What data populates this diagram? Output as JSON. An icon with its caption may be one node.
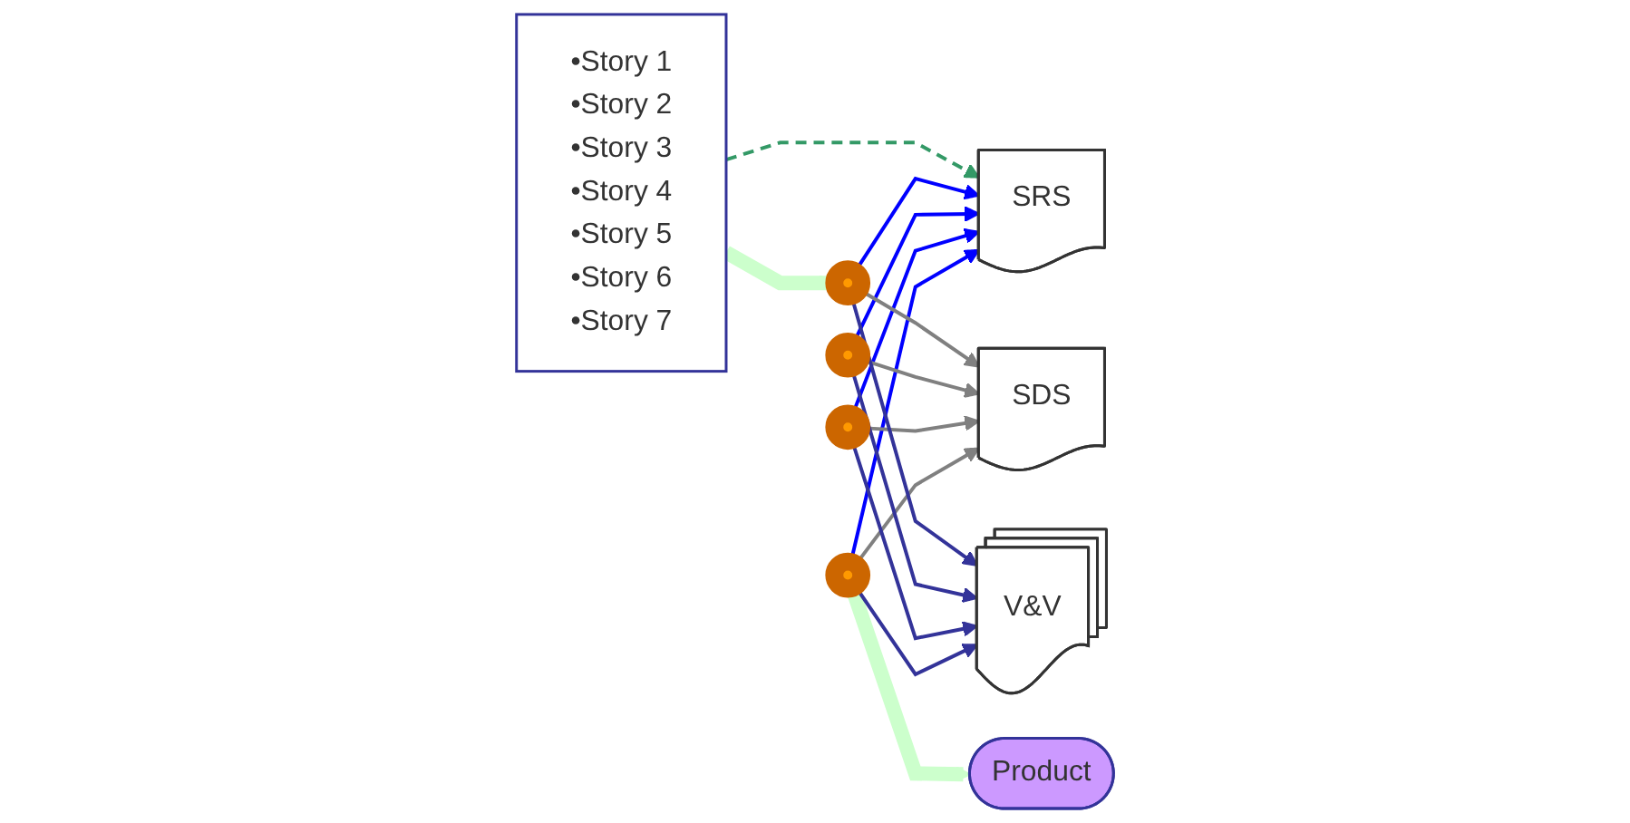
{
  "diagram": {
    "nodes": [
      {
        "text": [
          "•Story 1",
          "•Story 2",
          "•Story 3",
          "•Story 4",
          "•Story 5",
          "•Story 6",
          "•Story 7"
        ]
      },
      {
        "text": [],
        "shape": "circle"
      },
      {
        "text": [],
        "shape": "circle"
      },
      {
        "text": [],
        "shape": "circle"
      },
      {
        "text": [],
        "shape": "circle"
      },
      {
        "text": [
          "Product"
        ]
      },
      {
        "text": [
          "SRS"
        ]
      },
      {
        "text": [
          "SDS"
        ]
      },
      {
        "text": [
          "V&V"
        ]
      }
    ],
    "edges": [
      {
        "from": 0,
        "to": 1,
        "arrow": "to",
        "style": "thick",
        "color": "#ccffcc"
      },
      {
        "from": 4,
        "to": 5,
        "arrow": "to",
        "style": "thick",
        "color": "#ccffcc"
      },
      {
        "from": 0,
        "to": 6,
        "arrow": "to",
        "style": "dashed",
        "color": "#339966"
      },
      {
        "from": 1,
        "to": 6,
        "arrow": "to",
        "color": "#0000ff"
      },
      {
        "from": 2,
        "to": 6,
        "arrow": "to",
        "color": "#0000ff"
      },
      {
        "from": 3,
        "to": 6,
        "arrow": "to",
        "color": "#0000ff"
      },
      {
        "from": 4,
        "to": 6,
        "arrow": "to",
        "color": "#0000ff"
      },
      {
        "from": 1,
        "to": 7,
        "arrow": "to",
        "color": "#808080"
      },
      {
        "from": 2,
        "to": 7,
        "arrow": "to",
        "color": "#808080"
      },
      {
        "from": 3,
        "to": 7,
        "arrow": "to",
        "color": "#808080"
      },
      {
        "from": 4,
        "to": 7,
        "arrow": "to",
        "color": "#808080"
      },
      {
        "from": 1,
        "to": 8,
        "arrow": "to",
        "color": "#333399"
      },
      {
        "from": 2,
        "to": 8,
        "arrow": "to",
        "color": "#333399"
      },
      {
        "from": 3,
        "to": 8,
        "arrow": "to",
        "color": "#333399"
      },
      {
        "from": 4,
        "to": 8,
        "arrow": "to",
        "color": "#333399"
      }
    ]
  }
}
